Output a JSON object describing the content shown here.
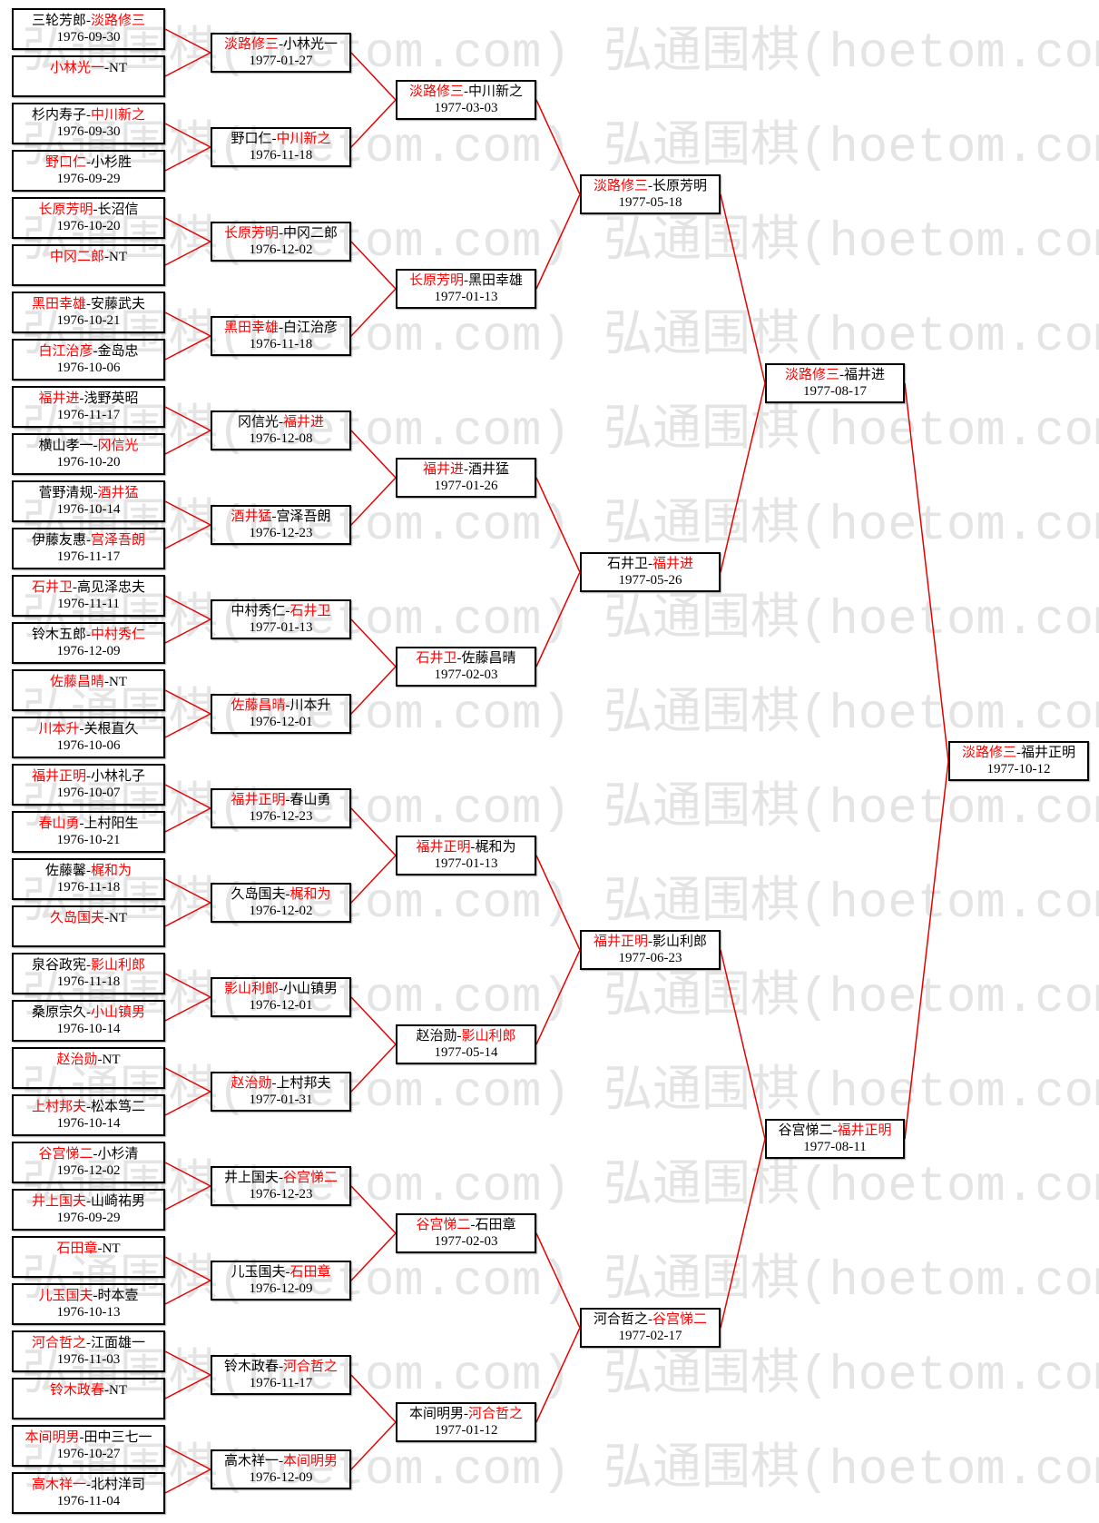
{
  "watermark": "弘通围棋(hoetom.com)",
  "separator": "-",
  "colors": {
    "winner": "#ff0000",
    "text": "#000000",
    "line": "#e60000",
    "border": "#000000",
    "watermark": "#e4e4e4"
  },
  "rounds": [
    [
      {
        "players": [
          "三轮芳郎",
          "淡路修三"
        ],
        "winner": 1,
        "date": "1976-09-30"
      },
      {
        "players": [
          "小林光一",
          "NT"
        ],
        "winner": 0
      },
      {
        "players": [
          "杉内寿子",
          "中川新之"
        ],
        "winner": 1,
        "date": "1976-09-30"
      },
      {
        "players": [
          "野口仁",
          "小杉胜"
        ],
        "winner": 0,
        "date": "1976-09-29"
      },
      {
        "players": [
          "长原芳明",
          "长沼信"
        ],
        "winner": 0,
        "date": "1976-10-20"
      },
      {
        "players": [
          "中冈二郎",
          "NT"
        ],
        "winner": 0
      },
      {
        "players": [
          "黑田幸雄",
          "安藤武夫"
        ],
        "winner": 0,
        "date": "1976-10-21"
      },
      {
        "players": [
          "白江治彦",
          "金岛忠"
        ],
        "winner": 0,
        "date": "1976-10-06"
      },
      {
        "players": [
          "福井进",
          "浅野英昭"
        ],
        "winner": 0,
        "date": "1976-11-17"
      },
      {
        "players": [
          "横山孝一",
          "冈信光"
        ],
        "winner": 1,
        "date": "1976-10-20"
      },
      {
        "players": [
          "菅野清规",
          "酒井猛"
        ],
        "winner": 1,
        "date": "1976-10-14"
      },
      {
        "players": [
          "伊藤友惠",
          "宫泽吾朗"
        ],
        "winner": 1,
        "date": "1976-11-17"
      },
      {
        "players": [
          "石井卫",
          "高见泽忠夫"
        ],
        "winner": 0,
        "date": "1976-11-11"
      },
      {
        "players": [
          "铃木五郎",
          "中村秀仁"
        ],
        "winner": 1,
        "date": "1976-12-09"
      },
      {
        "players": [
          "佐藤昌晴",
          "NT"
        ],
        "winner": 0
      },
      {
        "players": [
          "川本升",
          "关根直久"
        ],
        "winner": 0,
        "date": "1976-10-06"
      },
      {
        "players": [
          "福井正明",
          "小林礼子"
        ],
        "winner": 0,
        "date": "1976-10-07"
      },
      {
        "players": [
          "春山勇",
          "上村阳生"
        ],
        "winner": 0,
        "date": "1976-10-21"
      },
      {
        "players": [
          "佐藤馨",
          "梶和为"
        ],
        "winner": 1,
        "date": "1976-11-18"
      },
      {
        "players": [
          "久岛国夫",
          "NT"
        ],
        "winner": 0
      },
      {
        "players": [
          "泉谷政宪",
          "影山利郎"
        ],
        "winner": 1,
        "date": "1976-11-18"
      },
      {
        "players": [
          "桑原宗久",
          "小山镇男"
        ],
        "winner": 1,
        "date": "1976-10-14"
      },
      {
        "players": [
          "赵治勋",
          "NT"
        ],
        "winner": 0
      },
      {
        "players": [
          "上村邦夫",
          "松本笃二"
        ],
        "winner": 0,
        "date": "1976-10-14"
      },
      {
        "players": [
          "谷宫悌二",
          "小杉清"
        ],
        "winner": 0,
        "date": "1976-12-02"
      },
      {
        "players": [
          "井上国夫",
          "山崎祐男"
        ],
        "winner": 0,
        "date": "1976-09-29"
      },
      {
        "players": [
          "石田章",
          "NT"
        ],
        "winner": 0
      },
      {
        "players": [
          "儿玉国夫",
          "时本壹"
        ],
        "winner": 0,
        "date": "1976-10-13"
      },
      {
        "players": [
          "河合哲之",
          "江面雄一"
        ],
        "winner": 0,
        "date": "1976-11-03"
      },
      {
        "players": [
          "铃木政春",
          "NT"
        ],
        "winner": 0
      },
      {
        "players": [
          "本间明男",
          "田中三七一"
        ],
        "winner": 0,
        "date": "1976-10-27"
      },
      {
        "players": [
          "高木祥一",
          "北村洋司"
        ],
        "winner": 0,
        "date": "1976-11-04"
      }
    ],
    [
      {
        "players": [
          "淡路修三",
          "小林光一"
        ],
        "winner": 0,
        "date": "1977-01-27"
      },
      {
        "players": [
          "野口仁",
          "中川新之"
        ],
        "winner": 1,
        "date": "1976-11-18"
      },
      {
        "players": [
          "长原芳明",
          "中冈二郎"
        ],
        "winner": 0,
        "date": "1976-12-02"
      },
      {
        "players": [
          "黑田幸雄",
          "白江治彦"
        ],
        "winner": 0,
        "date": "1976-11-18"
      },
      {
        "players": [
          "冈信光",
          "福井进"
        ],
        "winner": 1,
        "date": "1976-12-08"
      },
      {
        "players": [
          "酒井猛",
          "宫泽吾朗"
        ],
        "winner": 0,
        "date": "1976-12-23"
      },
      {
        "players": [
          "中村秀仁",
          "石井卫"
        ],
        "winner": 1,
        "date": "1977-01-13"
      },
      {
        "players": [
          "佐藤昌晴",
          "川本升"
        ],
        "winner": 0,
        "date": "1976-12-01"
      },
      {
        "players": [
          "福井正明",
          "春山勇"
        ],
        "winner": 0,
        "date": "1976-12-23"
      },
      {
        "players": [
          "久岛国夫",
          "梶和为"
        ],
        "winner": 1,
        "date": "1976-12-02"
      },
      {
        "players": [
          "影山利郎",
          "小山镇男"
        ],
        "winner": 0,
        "date": "1976-12-01"
      },
      {
        "players": [
          "赵治勋",
          "上村邦夫"
        ],
        "winner": 0,
        "date": "1977-01-31"
      },
      {
        "players": [
          "井上国夫",
          "谷宫悌二"
        ],
        "winner": 1,
        "date": "1976-12-23"
      },
      {
        "players": [
          "儿玉国夫",
          "石田章"
        ],
        "winner": 1,
        "date": "1976-12-09"
      },
      {
        "players": [
          "铃木政春",
          "河合哲之"
        ],
        "winner": 1,
        "date": "1976-11-17"
      },
      {
        "players": [
          "高木祥一",
          "本间明男"
        ],
        "winner": 1,
        "date": "1976-12-09"
      }
    ],
    [
      {
        "players": [
          "淡路修三",
          "中川新之"
        ],
        "winner": 0,
        "date": "1977-03-03"
      },
      {
        "players": [
          "长原芳明",
          "黑田幸雄"
        ],
        "winner": 0,
        "date": "1977-01-13"
      },
      {
        "players": [
          "福井进",
          "酒井猛"
        ],
        "winner": 0,
        "date": "1977-01-26"
      },
      {
        "players": [
          "石井卫",
          "佐藤昌晴"
        ],
        "winner": 0,
        "date": "1977-02-03"
      },
      {
        "players": [
          "福井正明",
          "梶和为"
        ],
        "winner": 0,
        "date": "1977-01-13"
      },
      {
        "players": [
          "赵治勋",
          "影山利郎"
        ],
        "winner": 1,
        "date": "1977-05-14"
      },
      {
        "players": [
          "谷宫悌二",
          "石田章"
        ],
        "winner": 0,
        "date": "1977-02-03"
      },
      {
        "players": [
          "本间明男",
          "河合哲之"
        ],
        "winner": 1,
        "date": "1977-01-12"
      }
    ],
    [
      {
        "players": [
          "淡路修三",
          "长原芳明"
        ],
        "winner": 0,
        "date": "1977-05-18"
      },
      {
        "players": [
          "石井卫",
          "福井进"
        ],
        "winner": 1,
        "date": "1977-05-26"
      },
      {
        "players": [
          "福井正明",
          "影山利郎"
        ],
        "winner": 0,
        "date": "1977-06-23"
      },
      {
        "players": [
          "河合哲之",
          "谷宫悌二"
        ],
        "winner": 1,
        "date": "1977-02-17"
      }
    ],
    [
      {
        "players": [
          "淡路修三",
          "福井进"
        ],
        "winner": 0,
        "date": "1977-08-17"
      },
      {
        "players": [
          "谷宫悌二",
          "福井正明"
        ],
        "winner": 1,
        "date": "1977-08-11"
      }
    ],
    [
      {
        "players": [
          "淡路修三",
          "福井正明"
        ],
        "winner": 0,
        "date": "1977-10-12"
      }
    ]
  ]
}
